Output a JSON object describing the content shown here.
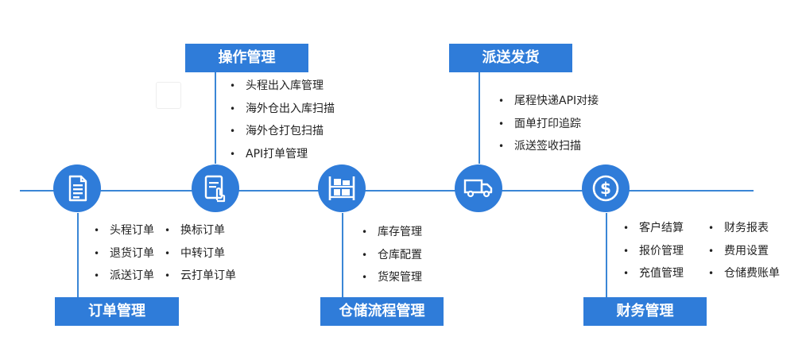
{
  "diagram": {
    "stages": [
      {
        "id": "order",
        "title": "订单管理",
        "icon": "document-icon",
        "columns": [
          [
            "头程订单",
            "退货订单",
            "派送订单"
          ],
          [
            "换标订单",
            "中转订单",
            "云打单订单"
          ]
        ]
      },
      {
        "id": "operation",
        "title": "操作管理",
        "icon": "clipboard-hand-icon",
        "columns": [
          [
            "头程出入库管理",
            "海外仓出入库扫描",
            "海外仓打包扫描",
            "API打单管理"
          ]
        ]
      },
      {
        "id": "warehouse",
        "title": "仓储流程管理",
        "icon": "shelf-boxes-icon",
        "columns": [
          [
            "库存管理",
            "仓库配置",
            "货架管理"
          ]
        ]
      },
      {
        "id": "delivery",
        "title": "派送发货",
        "icon": "truck-icon",
        "columns": [
          [
            "尾程快递API对接",
            "面单打印追踪",
            "派送签收扫描"
          ]
        ]
      },
      {
        "id": "finance",
        "title": "财务管理",
        "icon": "dollar-icon",
        "columns": [
          [
            "客户结算",
            "报价管理",
            "充值管理"
          ],
          [
            "财务报表",
            "费用设置",
            "仓储费账单"
          ]
        ]
      }
    ],
    "colors": {
      "accent": "#2f7cd9",
      "line": "#3a86d6",
      "text": "#222222"
    }
  }
}
